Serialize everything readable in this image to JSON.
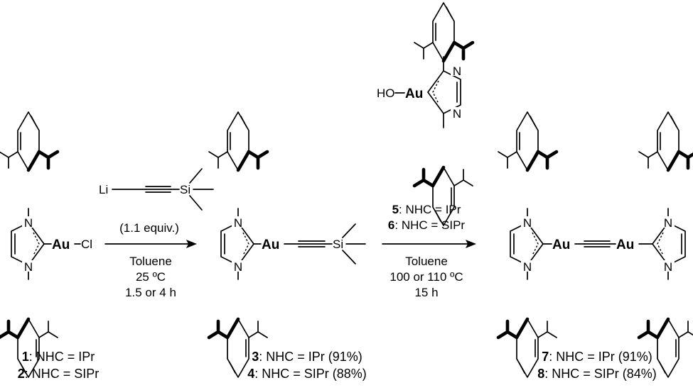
{
  "atoms": {
    "n": "N",
    "au": "Au",
    "cl": "Cl",
    "li": "Li",
    "si": "Si",
    "ho": "HO"
  },
  "step1": {
    "equiv": "(1.1 equiv.)",
    "solvent": "Toluene",
    "temp": "25 ºC",
    "time": "1.5 or 4 h"
  },
  "step2": {
    "r5_num": "5",
    "r5_text": ": NHC = IPr",
    "r6_num": "6",
    "r6_text": ": NHC = SIPr",
    "solvent": "Toluene",
    "temp": "100 or 110 ºC",
    "time": "15 h"
  },
  "captions": {
    "c1_num": "1",
    "c1_text": ": NHC = IPr",
    "c2_num": "2",
    "c2_text": ": NHC = SIPr",
    "c3_num": "3",
    "c3_text": ": NHC = IPr (91%)",
    "c4_num": "4",
    "c4_text": ": NHC = SIPr (88%)",
    "c7_num": "7",
    "c7_text": ": NHC = IPr (91%)",
    "c8_num": "8",
    "c8_text": ": NHC = SIPr (84%)"
  }
}
